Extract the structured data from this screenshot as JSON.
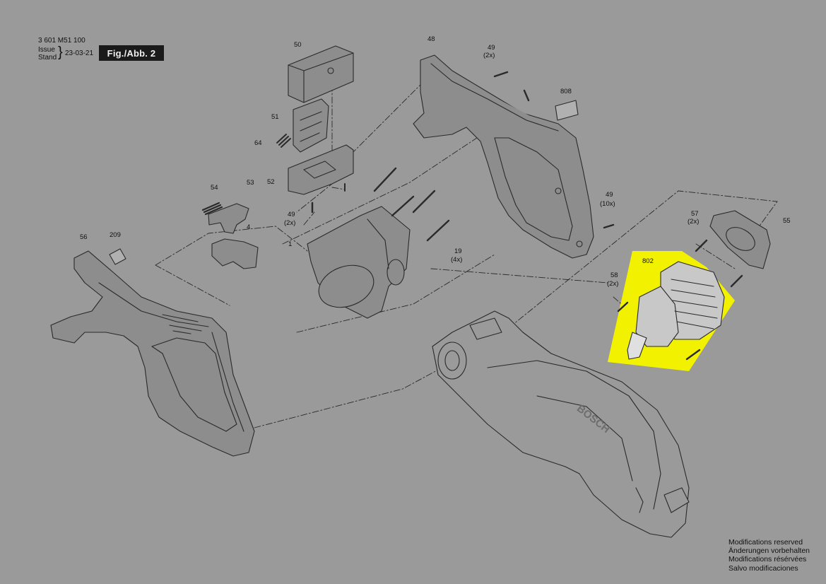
{
  "header": {
    "part_number": "3 601 M51 100",
    "issue_label": "Issue",
    "stand_label": "Stand",
    "date": "23-03-21",
    "figure_label": "Fig./Abb. 2"
  },
  "callouts": {
    "p50": "50",
    "p48": "48",
    "p49a": "49",
    "p49a_qty": "(2x)",
    "p808": "808",
    "p51": "51",
    "p64": "64",
    "p52": "52",
    "p54": "54",
    "p53": "53",
    "p49b": "49",
    "p49b_qty": "(2x)",
    "p4": "4",
    "p1": "1",
    "p19": "19",
    "p19_qty": "(4x)",
    "p49c": "49",
    "p49c_qty": "(10x)",
    "p57": "57",
    "p57_qty": "(2x)",
    "p55": "55",
    "p56": "56",
    "p209": "209",
    "p802": "802",
    "p58": "58",
    "p58_qty": "(2x)"
  },
  "logo_text": "BOSCH",
  "modifications": [
    "Modifications reserved",
    "Änderungen vorbehalten",
    "Modifications résérvées",
    "Salvo modificaciones"
  ],
  "colors": {
    "background": "#9a9a9a",
    "line": "#2a2a2a",
    "highlight": "#f2f200"
  }
}
